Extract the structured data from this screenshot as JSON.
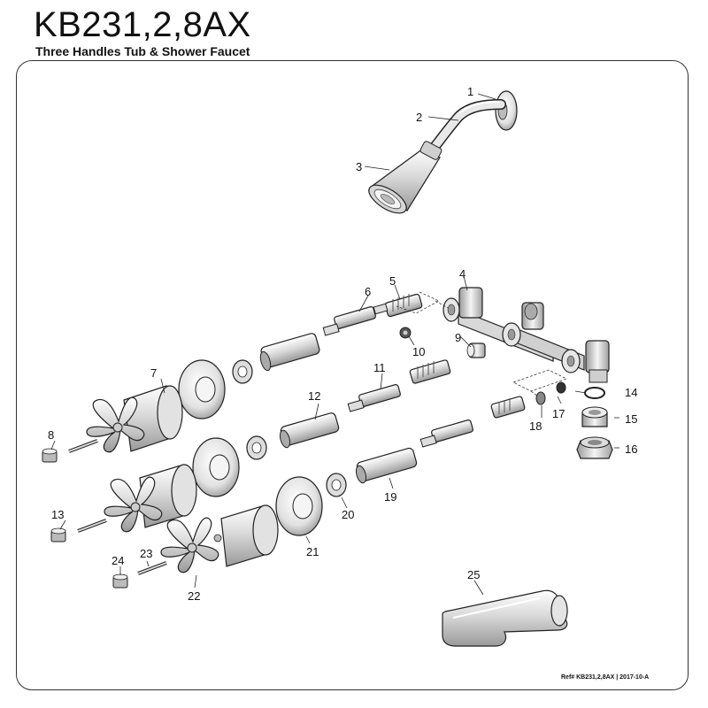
{
  "header": {
    "title": "KB231,2,8AX",
    "subtitle": "Three Handles Tub & Shower Faucet"
  },
  "footer": {
    "reference": "Ref# KB231,2,8AX | 2017-10-A"
  },
  "parts": [
    {
      "id": "part-1",
      "number": "1"
    },
    {
      "id": "part-2",
      "number": "2"
    },
    {
      "id": "part-3",
      "number": "3"
    },
    {
      "id": "part-4",
      "number": "4"
    },
    {
      "id": "part-5",
      "number": "5"
    },
    {
      "id": "part-6",
      "number": "6"
    },
    {
      "id": "part-7",
      "number": "7"
    },
    {
      "id": "part-8",
      "number": "8"
    },
    {
      "id": "part-9",
      "number": "9"
    },
    {
      "id": "part-10",
      "number": "10"
    },
    {
      "id": "part-11",
      "number": "11"
    },
    {
      "id": "part-12",
      "number": "12"
    },
    {
      "id": "part-13",
      "number": "13"
    },
    {
      "id": "part-14",
      "number": "14"
    },
    {
      "id": "part-15",
      "number": "15"
    },
    {
      "id": "part-16",
      "number": "16"
    },
    {
      "id": "part-17",
      "number": "17"
    },
    {
      "id": "part-18",
      "number": "18"
    },
    {
      "id": "part-19",
      "number": "19"
    },
    {
      "id": "part-20",
      "number": "20"
    },
    {
      "id": "part-21",
      "number": "21"
    },
    {
      "id": "part-22",
      "number": "22"
    },
    {
      "id": "part-23",
      "number": "23"
    },
    {
      "id": "part-24",
      "number": "24"
    },
    {
      "id": "part-25",
      "number": "25"
    }
  ],
  "colors": {
    "line": "#222222",
    "metal_light": "#f2f2f2",
    "metal_mid": "#c8c8c8",
    "metal_dark": "#8a8a8a"
  }
}
